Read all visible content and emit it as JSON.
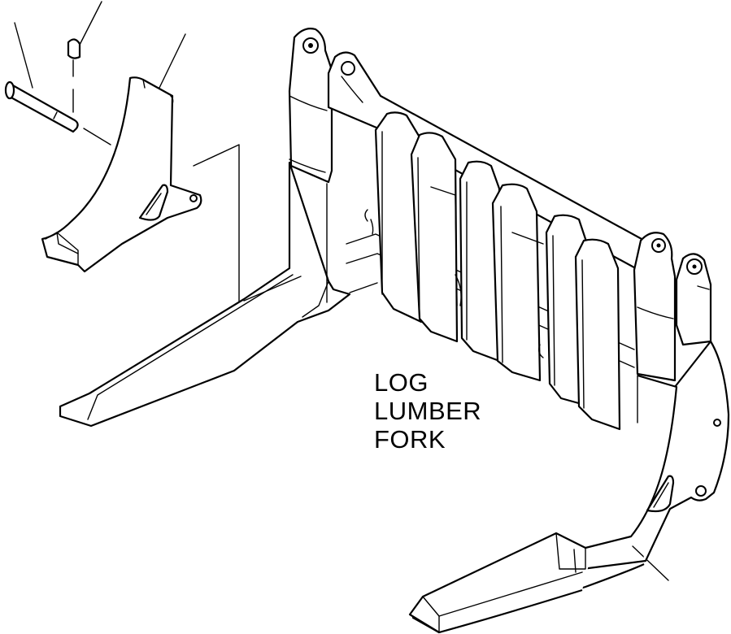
{
  "diagram": {
    "caption_lines": [
      "LOG",
      "LUMBER",
      "FORK"
    ]
  }
}
